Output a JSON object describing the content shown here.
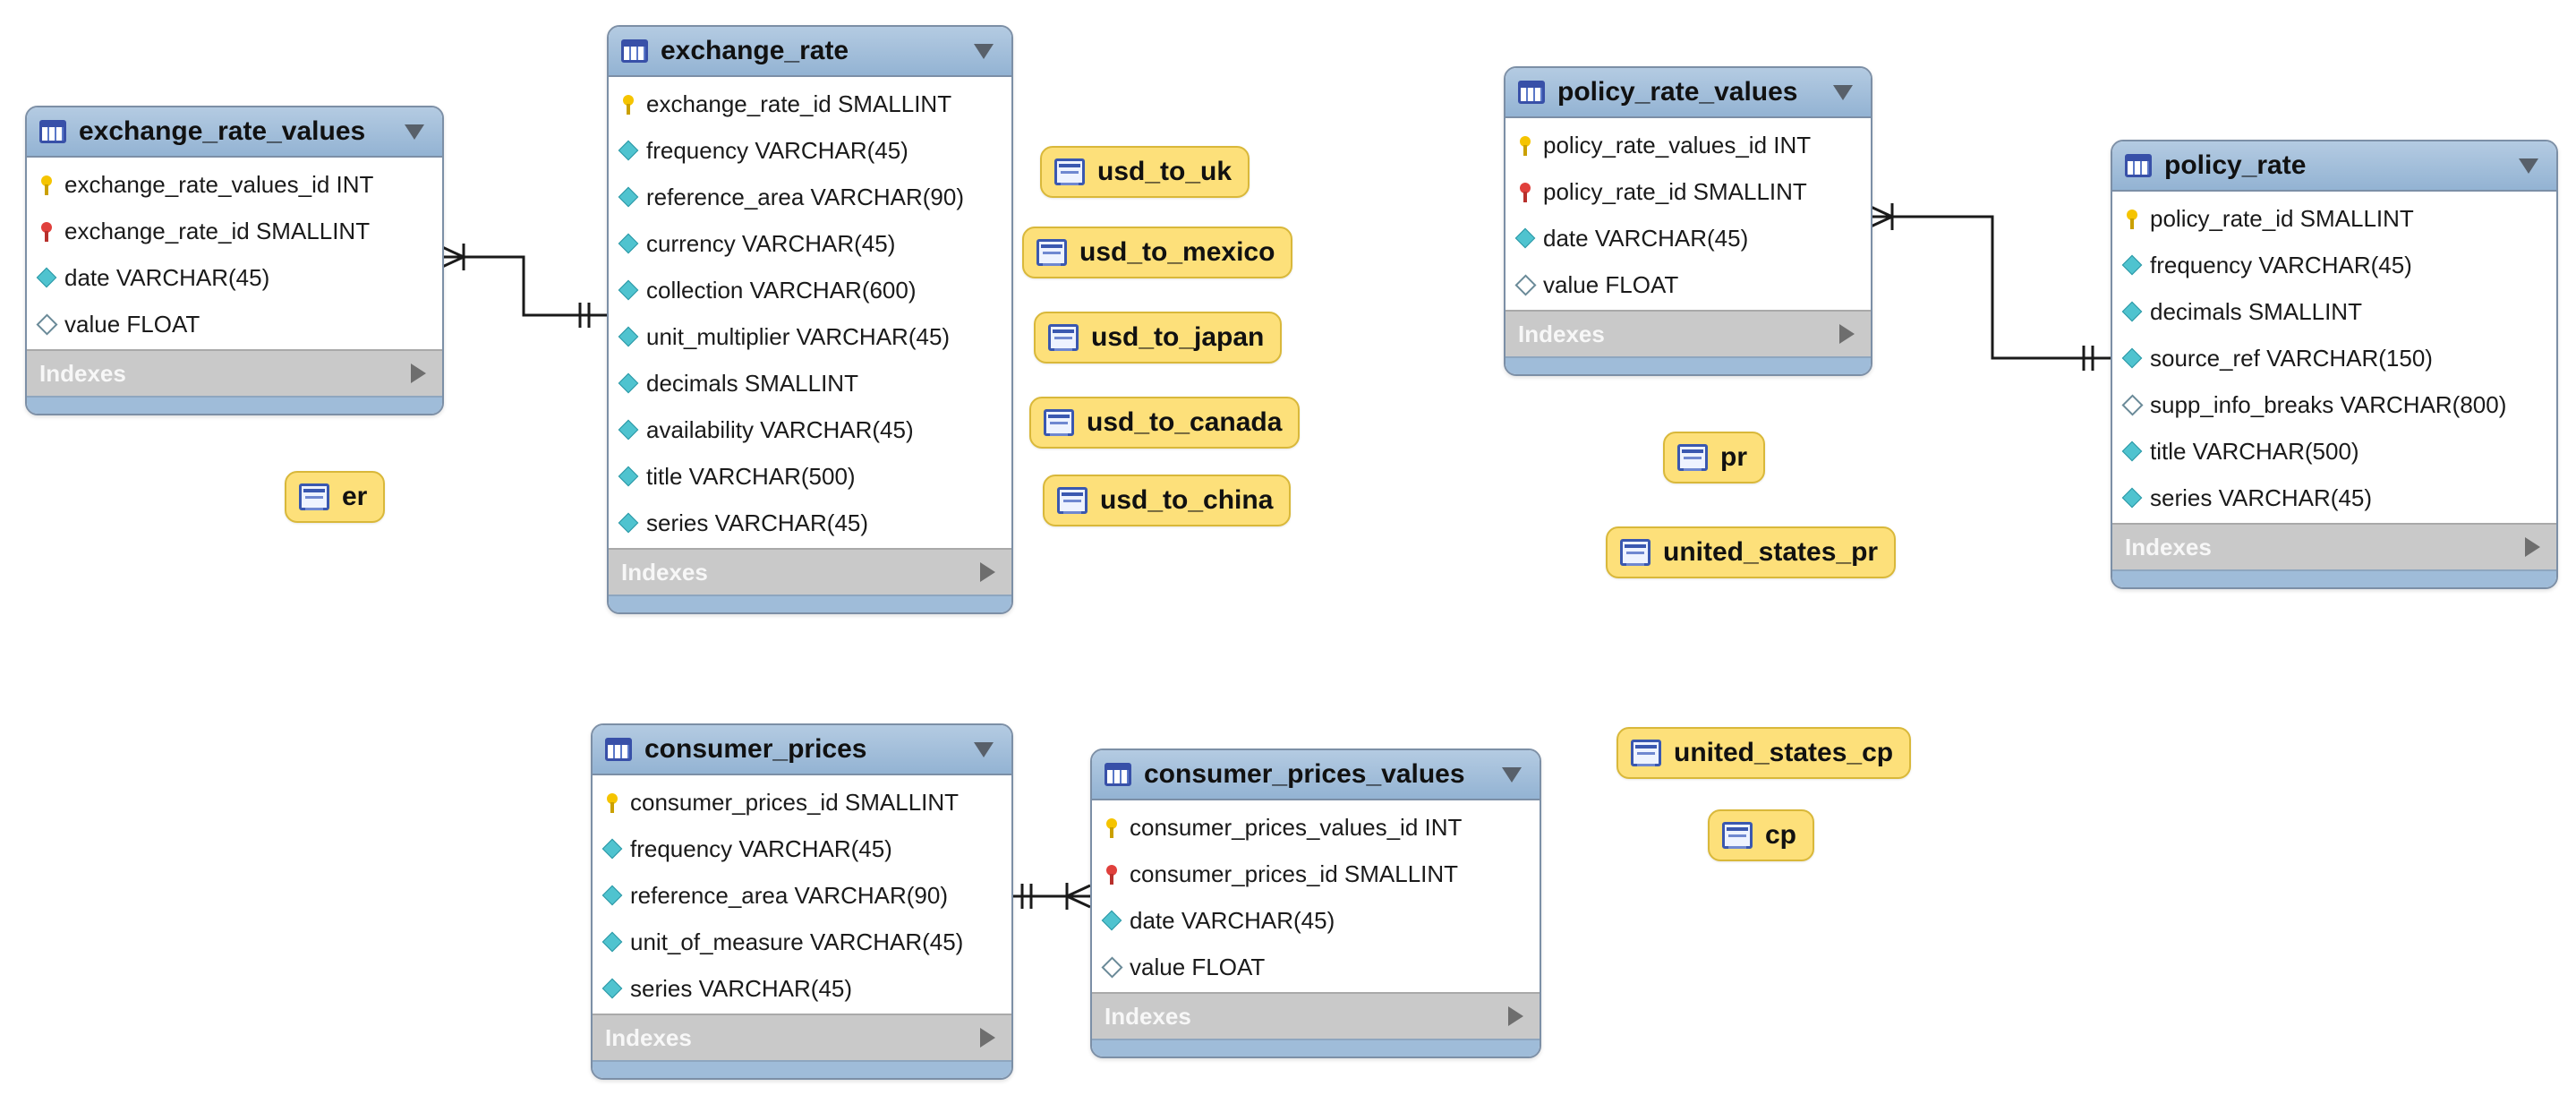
{
  "tables": [
    {
      "id": "exchange_rate_values",
      "name": "exchange_rate_values",
      "columns": [
        {
          "text": "exchange_rate_values_id INT",
          "marker": "pk"
        },
        {
          "text": "exchange_rate_id SMALLINT",
          "marker": "fk"
        },
        {
          "text": "date VARCHAR(45)",
          "marker": "nn"
        },
        {
          "text": "value FLOAT",
          "marker": "null"
        }
      ],
      "indexes_label": "Indexes"
    },
    {
      "id": "exchange_rate",
      "name": "exchange_rate",
      "columns": [
        {
          "text": "exchange_rate_id SMALLINT",
          "marker": "pk"
        },
        {
          "text": "frequency VARCHAR(45)",
          "marker": "nn"
        },
        {
          "text": "reference_area VARCHAR(90)",
          "marker": "nn"
        },
        {
          "text": "currency VARCHAR(45)",
          "marker": "nn"
        },
        {
          "text": "collection VARCHAR(600)",
          "marker": "nn"
        },
        {
          "text": "unit_multiplier VARCHAR(45)",
          "marker": "nn"
        },
        {
          "text": "decimals SMALLINT",
          "marker": "nn"
        },
        {
          "text": "availability VARCHAR(45)",
          "marker": "nn"
        },
        {
          "text": "title VARCHAR(500)",
          "marker": "nn"
        },
        {
          "text": "series VARCHAR(45)",
          "marker": "nn"
        }
      ],
      "indexes_label": "Indexes"
    },
    {
      "id": "policy_rate_values",
      "name": "policy_rate_values",
      "columns": [
        {
          "text": "policy_rate_values_id INT",
          "marker": "pk"
        },
        {
          "text": "policy_rate_id SMALLINT",
          "marker": "fk"
        },
        {
          "text": "date VARCHAR(45)",
          "marker": "nn"
        },
        {
          "text": "value FLOAT",
          "marker": "null"
        }
      ],
      "indexes_label": "Indexes"
    },
    {
      "id": "policy_rate",
      "name": "policy_rate",
      "columns": [
        {
          "text": "policy_rate_id SMALLINT",
          "marker": "pk"
        },
        {
          "text": "frequency VARCHAR(45)",
          "marker": "nn"
        },
        {
          "text": "decimals SMALLINT",
          "marker": "nn"
        },
        {
          "text": "source_ref VARCHAR(150)",
          "marker": "nn"
        },
        {
          "text": "supp_info_breaks VARCHAR(800)",
          "marker": "null"
        },
        {
          "text": "title VARCHAR(500)",
          "marker": "nn"
        },
        {
          "text": "series VARCHAR(45)",
          "marker": "nn"
        }
      ],
      "indexes_label": "Indexes"
    },
    {
      "id": "consumer_prices",
      "name": "consumer_prices",
      "columns": [
        {
          "text": "consumer_prices_id SMALLINT",
          "marker": "pk"
        },
        {
          "text": "frequency VARCHAR(45)",
          "marker": "nn"
        },
        {
          "text": "reference_area VARCHAR(90)",
          "marker": "nn"
        },
        {
          "text": "unit_of_measure VARCHAR(45)",
          "marker": "nn"
        },
        {
          "text": "series VARCHAR(45)",
          "marker": "nn"
        }
      ],
      "indexes_label": "Indexes"
    },
    {
      "id": "consumer_prices_values",
      "name": "consumer_prices_values",
      "columns": [
        {
          "text": "consumer_prices_values_id INT",
          "marker": "pk"
        },
        {
          "text": "consumer_prices_id SMALLINT",
          "marker": "fk"
        },
        {
          "text": "date VARCHAR(45)",
          "marker": "nn"
        },
        {
          "text": "value FLOAT",
          "marker": "null"
        }
      ],
      "indexes_label": "Indexes"
    }
  ],
  "views": [
    {
      "id": "usd_to_uk",
      "name": "usd_to_uk"
    },
    {
      "id": "usd_to_mexico",
      "name": "usd_to_mexico"
    },
    {
      "id": "usd_to_japan",
      "name": "usd_to_japan"
    },
    {
      "id": "usd_to_canada",
      "name": "usd_to_canada"
    },
    {
      "id": "usd_to_china",
      "name": "usd_to_china"
    },
    {
      "id": "er",
      "name": "er"
    },
    {
      "id": "pr",
      "name": "pr"
    },
    {
      "id": "united_states_pr",
      "name": "united_states_pr"
    },
    {
      "id": "united_states_cp",
      "name": "united_states_cp"
    },
    {
      "id": "cp",
      "name": "cp"
    }
  ],
  "colors": {
    "table_header": "#9ab8d7",
    "table_border": "#7c8fa6",
    "view_fill": "#fde07a",
    "view_border": "#d9b83a",
    "indexes_bar": "#c9c9c9",
    "primary_key": "#f5c400",
    "foreign_key": "#e0403c",
    "not_null_column": "#4fc3cf"
  }
}
